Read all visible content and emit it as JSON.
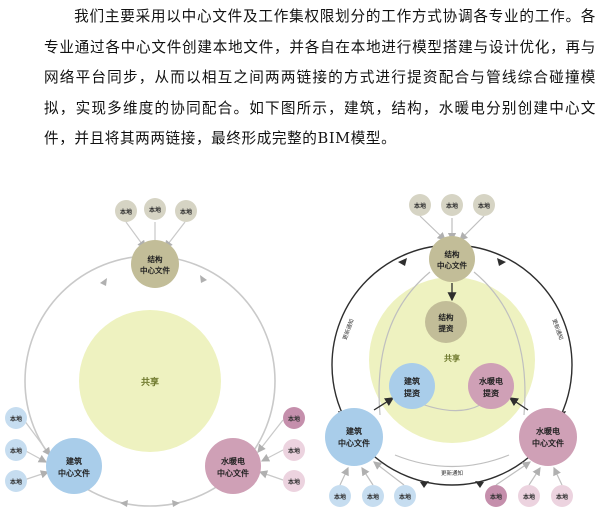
{
  "paragraph": "我们主要采用以中心文件及工作集权限划分的工作方式协调各专业的工作。各专业通过各中心文件创建本地文件，并各自在本地进行模型搭建与设计优化，再与网络平台同步，从而以相互之间两两链接的方式进行提资配合与管线综合碰撞模拟，实现多维度的协同配合。如下图所示，建筑，结构，水暖电分别创建中心文件，并且将其两两链接，最终形成完整的BIM模型。",
  "diagram_left": {
    "local_label": "本地",
    "share_label": "共享",
    "structure_center": [
      "结构",
      "中心文件"
    ],
    "architecture_center": [
      "建筑",
      "中心文件"
    ],
    "mep_center": [
      "水暖电",
      "中心文件"
    ]
  },
  "diagram_right": {
    "local_label": "本地",
    "share_label": "共享",
    "structure_center": [
      "结构",
      "中心文件"
    ],
    "architecture_center": [
      "建筑",
      "中心文件"
    ],
    "mep_center": [
      "水暖电",
      "中心文件"
    ],
    "structure_submit": [
      "结构",
      "提资"
    ],
    "architecture_submit": [
      "建筑",
      "提资"
    ],
    "mep_submit": [
      "水暖电",
      "提资"
    ],
    "update_notice": "更新通知"
  },
  "colors": {
    "structure": "#c2bd98",
    "architecture": "#a9cdea",
    "mep": "#cfa0b6",
    "share": "#eef2c0",
    "local_structure": "#d6d4c4",
    "local_architecture": "#c6ddf0",
    "local_mep_dark": "#c58fac",
    "local_mep_light": "#ecd3df"
  }
}
